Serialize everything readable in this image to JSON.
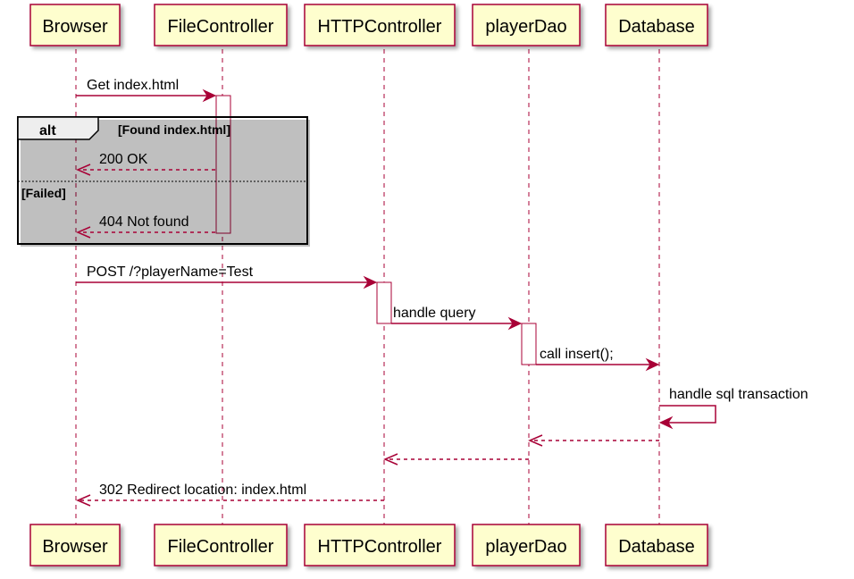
{
  "participants": [
    "Browser",
    "FileController",
    "HTTPController",
    "playerDao",
    "Database"
  ],
  "messages": {
    "get_index": "Get index.html",
    "ok_200": "200 OK",
    "not_found_404": "404 Not found",
    "post": "POST /?playerName=Test",
    "handle_query": "handle query",
    "call_insert": "call insert();",
    "handle_sql": "handle sql transaction",
    "redirect_302": "302 Redirect location: index.html"
  },
  "alt_frame": {
    "label": "alt",
    "guard_found": "[Found index.html]",
    "guard_failed": "[Failed]"
  },
  "colors": {
    "participant_fill": "#FEFECE",
    "line": "#A80036"
  }
}
